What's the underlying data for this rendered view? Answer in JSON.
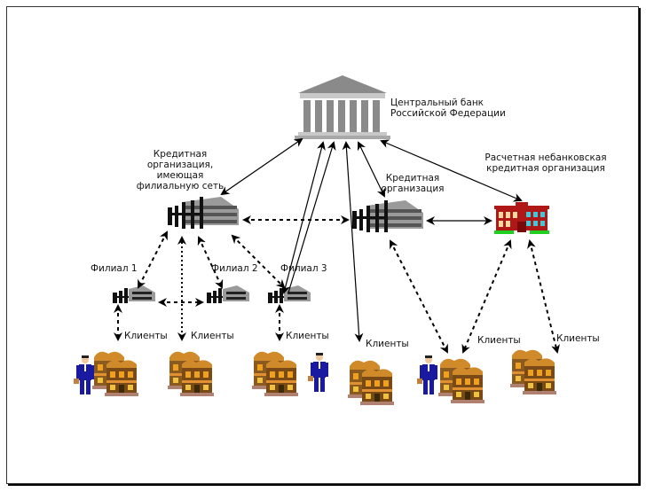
{
  "diagram": {
    "nodes": {
      "central_bank": {
        "label_line1": "Центральный банк",
        "label_line2": "Российской Федерации",
        "icon": "bank-building-icon"
      },
      "credit_org_branches": {
        "label_lines": [
          "Кредитная",
          "организация,",
          "имеющая",
          "филиальную сеть"
        ],
        "icon": "office-building-icon"
      },
      "credit_org": {
        "label_lines": [
          "Кредитная",
          "организация"
        ],
        "icon": "office-building-icon"
      },
      "settlement_nbco": {
        "label_lines": [
          "Расчетная небанковская",
          "кредитная организация"
        ],
        "icon": "red-school-building-icon"
      },
      "branch_1": {
        "label": "Филиал 1",
        "icon": "small-office-icon"
      },
      "branch_2": {
        "label": "Филиал 2",
        "icon": "small-office-icon"
      },
      "branch_3": {
        "label": "Филиал 3",
        "icon": "small-office-icon"
      }
    },
    "clients": [
      {
        "label": "Клиенты"
      },
      {
        "label": "Клиенты"
      },
      {
        "label": "Клиенты"
      },
      {
        "label": "Клиенты"
      },
      {
        "label": "Клиенты"
      },
      {
        "label": "Клиенты"
      }
    ],
    "colors": {
      "bank_gray": "#8a8a8a",
      "house_brown": "#8b5a1e",
      "house_orange": "#f0a020",
      "suit_blue": "#1a1aa0",
      "school_red": "#b01818",
      "grass_green": "#20d020"
    }
  }
}
